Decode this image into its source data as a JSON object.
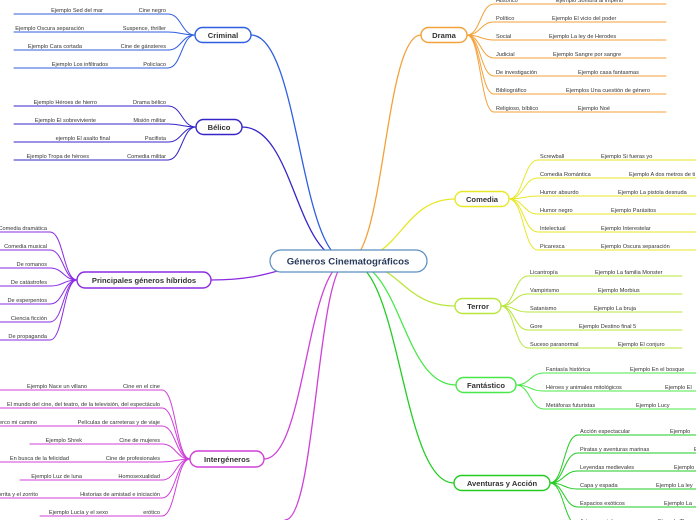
{
  "central": {
    "label": "Géneros Cinematográficos"
  },
  "colors": {
    "central_border": "#5b8dbf",
    "criminal": "#2f5fe0",
    "belico": "#3525c9",
    "hibridos": "#8a2be2",
    "intergeneros": "#d040d8",
    "drama": "#f3a23a",
    "comedia": "#e7e72a",
    "terror": "#b8e63a",
    "fantastico": "#49e849",
    "aventuras": "#22cc22"
  },
  "branches": {
    "criminal": {
      "label": "Criminal",
      "subtopics": [
        {
          "label": "Cine negro",
          "example": "Ejemplo Sed del mar"
        },
        {
          "label": "Suspence, thriller",
          "example": "Ejemplo Oscura separación"
        },
        {
          "label": "Cine de gánsteres",
          "example": "Ejemplo Cara cortada"
        },
        {
          "label": "Policíaco",
          "example": "Ejemplo Los infiltrados"
        }
      ]
    },
    "belico": {
      "label": "Bélico",
      "subtopics": [
        {
          "label": "Drama bélico",
          "example": "Ejemplo Héroes de hierro"
        },
        {
          "label": "Misión militar",
          "example": "Ejemplo El sobreviviente"
        },
        {
          "label": "Pacifista",
          "example": "ejemplo El asalto final"
        },
        {
          "label": "Comedia militar",
          "example": "Ejemplo Tropa de héroes"
        }
      ]
    },
    "hibridos": {
      "label": "Principales géneros híbridos",
      "items": [
        "Comedia dramática",
        "Comedia musical",
        "De romanos",
        "De catástrofes",
        "De esperpentos",
        "Ciencia ficción",
        "De propaganda"
      ]
    },
    "intergeneros": {
      "label": "Intergéneros",
      "subtopics": [
        {
          "label": "Cine en el cine",
          "example": "Ejemplo Nace un villano"
        },
        {
          "label": "El mundo del cine, del teatro, de la televisión, del espectáculo",
          "example": ""
        },
        {
          "label": "Películas de carreteras y de viaje",
          "example": "Ejemplo Cerco mi camino"
        },
        {
          "label": "Cine de mujeres",
          "example": "Ejemplo Shrek"
        },
        {
          "label": "Cine de profesionales",
          "example": "En busca de la felicidad"
        },
        {
          "label": "Homosexualidad",
          "example": "Ejemplo Luz de luna"
        },
        {
          "label": "Historias de amistad e iniciación",
          "example": "La zorrita y el zorrito"
        },
        {
          "label": "erótico",
          "example": "Ejemplo Lucía y el sexo"
        }
      ]
    },
    "drama": {
      "label": "Drama",
      "subtopics": [
        {
          "label": "Histórico",
          "example": "Ejemplo Sombra al imperio"
        },
        {
          "label": "Político",
          "example": "Ejemplo El vicio del poder"
        },
        {
          "label": "Social",
          "example": "Ejemplo La ley de Herodes"
        },
        {
          "label": "Judicial",
          "example": "Ejemplo Sangre por sangre"
        },
        {
          "label": "De investigación",
          "example": "Ejemplo casa fantasmas"
        },
        {
          "label": "Bibliográfico",
          "example": "Ejemplos Una cuestión de género"
        },
        {
          "label": "Religioso, bíblico",
          "example": "Ejemplo Noé"
        }
      ]
    },
    "comedia": {
      "label": "Comedia",
      "subtopics": [
        {
          "label": "Screwball",
          "example": "Ejemplo Si fueras yo"
        },
        {
          "label": "Comedia Romántica",
          "example": "Ejemplo A dos metros de ti"
        },
        {
          "label": "Humor absurdo",
          "example": "Ejemplo La pistola desnuda"
        },
        {
          "label": "Humor negro",
          "example": "Ejemplo Parásitos"
        },
        {
          "label": "Intelectual",
          "example": "Ejemplo Interestelar"
        },
        {
          "label": "Picaresca",
          "example": "Ejemplo Oscura separación"
        }
      ]
    },
    "terror": {
      "label": "Terror",
      "subtopics": [
        {
          "label": "Licantropía",
          "example": "Ejemplo La familia Monster"
        },
        {
          "label": "Vampirismo",
          "example": "Ejemplo Morbius"
        },
        {
          "label": "Satanismo",
          "example": "Ejemplo La bruja"
        },
        {
          "label": "Gore",
          "example": "Ejemplo Destino final 5"
        },
        {
          "label": "Suceso paranormal",
          "example": "Ejemplo El conjuro"
        }
      ]
    },
    "fantastico": {
      "label": "Fantástico",
      "subtopics": [
        {
          "label": "Fantasía histórica",
          "example": "Ejemplo En el bosque"
        },
        {
          "label": "Héroes y animales mitológicos",
          "example": "Ejemplo El"
        },
        {
          "label": "Metáforas futuristas",
          "example": "Ejemplo Lucy"
        }
      ]
    },
    "aventuras": {
      "label": "Aventuras y Acción",
      "subtopics": [
        {
          "label": "Acción espectacular",
          "example": "Ejemplo"
        },
        {
          "label": "Piratas y aventuras marinas",
          "example": "E"
        },
        {
          "label": "Leyendas medievales",
          "example": "Ejemplo"
        },
        {
          "label": "Capa y espada",
          "example": "Ejemplo La ley"
        },
        {
          "label": "Espacios exóticos",
          "example": "Ejemplo La"
        },
        {
          "label": "Artes marciales",
          "example": "Ejemplo Th"
        }
      ]
    }
  }
}
